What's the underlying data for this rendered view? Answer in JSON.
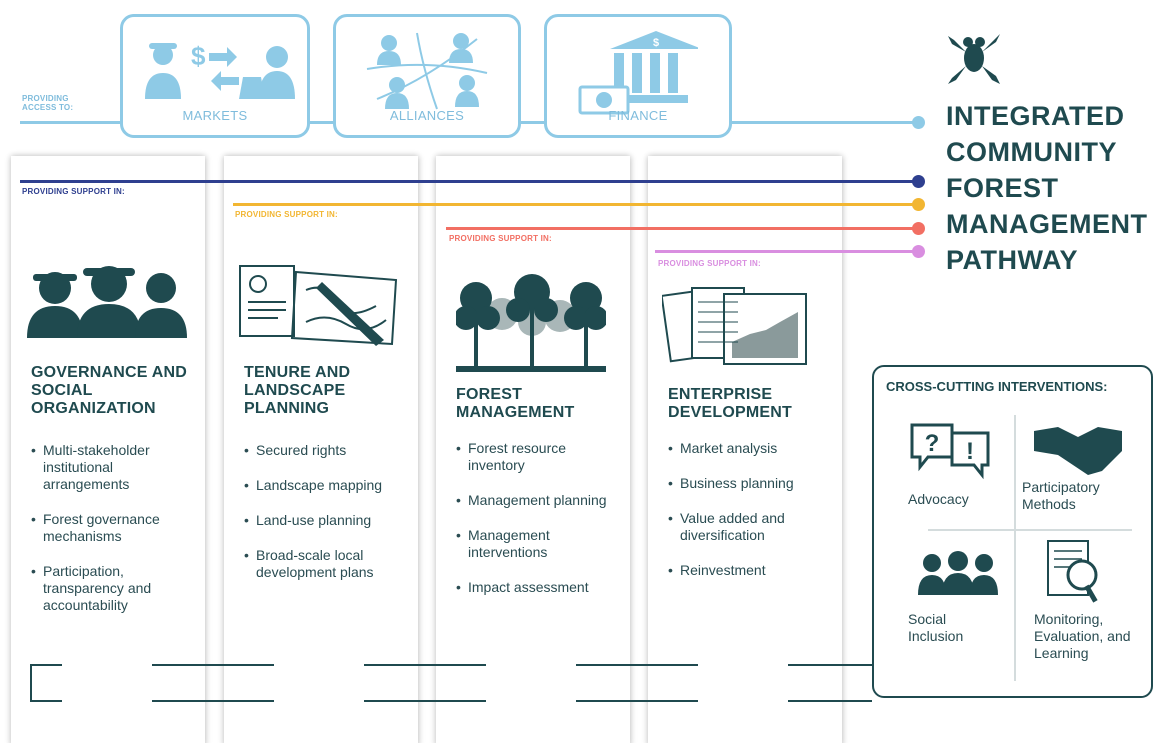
{
  "access": {
    "caption": "PROVIDING ACCESS TO:",
    "boxes": [
      {
        "label": "MARKETS"
      },
      {
        "label": "ALLIANCES"
      },
      {
        "label": "FINANCE"
      }
    ]
  },
  "title_lines": [
    "INTEGRATED",
    "COMMUNITY",
    "FOREST",
    "MANAGEMENT",
    "PATHWAY"
  ],
  "support_label": "PROVIDING SUPPORT IN:",
  "colors": {
    "access": "#8ecae6",
    "governance": "#2e3f8f",
    "tenure": "#f2b632",
    "forest": "#f26f63",
    "enterprise": "#d98ee0",
    "dark": "#1f4a4f"
  },
  "columns": [
    {
      "title": "GOVERNANCE AND SOCIAL ORGANIZATION",
      "icon": "people-icon",
      "items": [
        "Multi-stakeholder institutional arrangements",
        "Forest governance mechanisms",
        "Participation, transparency and accountability"
      ]
    },
    {
      "title": "TENURE AND LANDSCAPE PLANNING",
      "icon": "map-plan-icon",
      "items": [
        "Secured rights",
        "Landscape mapping",
        "Land-use planning",
        "Broad-scale local development plans"
      ]
    },
    {
      "title": "FOREST MANAGEMENT",
      "icon": "forest-icon",
      "items": [
        "Forest resource inventory",
        "Management planning",
        "Management interventions",
        "Impact assessment"
      ]
    },
    {
      "title": "ENTERPRISE DEVELOPMENT",
      "icon": "chart-documents-icon",
      "items": [
        "Market analysis",
        "Business planning",
        "Value added and diversification",
        "Reinvestment"
      ]
    }
  ],
  "cross_cutting": {
    "title": "CROSS-CUTTING INTERVENTIONS:",
    "items": [
      {
        "label": "Advocacy",
        "icon": "speech-bubbles-icon"
      },
      {
        "label": "Participatory Methods",
        "icon": "handshake-icon"
      },
      {
        "label": "Social Inclusion",
        "icon": "group-icon"
      },
      {
        "label": "Monitoring, Evaluation, and Learning",
        "icon": "magnifier-document-icon"
      }
    ]
  },
  "logo": "frog-icon"
}
